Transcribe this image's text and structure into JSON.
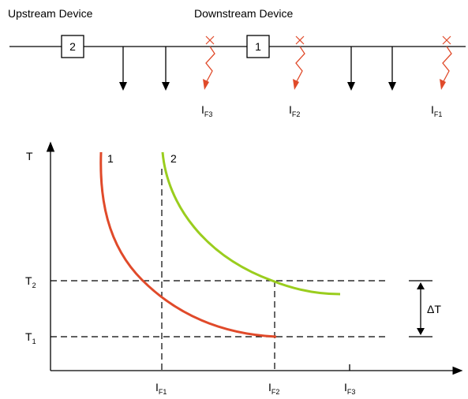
{
  "labels": {
    "upstream": "Upstream Device",
    "downstream": "Downstream Device",
    "device2": "2",
    "device1": "1",
    "fault_prefix": "I",
    "if1_sub": "F1",
    "if2_sub": "F2",
    "if3_sub": "F3",
    "t_axis": "T",
    "curve1": "1",
    "curve2": "2",
    "t1_base": "T",
    "t1_sub": "1",
    "t2_base": "T",
    "t2_sub": "2",
    "delta_t": "ΔT"
  },
  "colors": {
    "curve1": "#e04a2a",
    "curve2": "#9acd1e",
    "fault": "#e04a2a",
    "line": "#000000"
  },
  "icons": [
    "lightning-fault-icon",
    "arrow-down-icon"
  ]
}
